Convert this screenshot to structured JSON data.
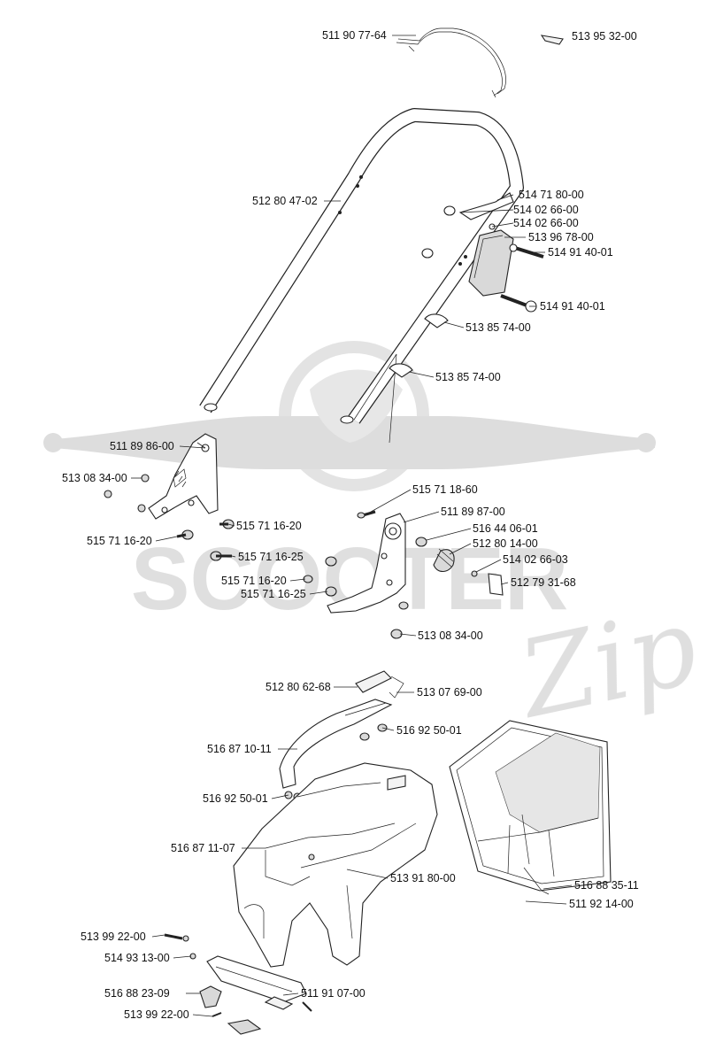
{
  "diagram": {
    "watermark_text": "SCOOTER",
    "watermark_script": "Zip",
    "labels": {
      "l01": "511 90 77-64",
      "l02": "513 95 32-00",
      "l03": "512 80 47-02",
      "l04": "514 71 80-00",
      "l05": "514 02 66-00",
      "l06": "514 02 66-00",
      "l07": "513 96 78-00",
      "l08": "514 91 40-01",
      "l09": "514 91 40-01",
      "l10": "513 85 74-00",
      "l11": "513 85 74-00",
      "l12": "511 89 86-00",
      "l13": "513 08 34-00",
      "l14": "515 71 16-20",
      "l15": "515 71 16-20",
      "l16": "515 71 16-25",
      "l17": "515 71 16-20",
      "l18": "515 71 16-25",
      "l19": "515 71 18-60",
      "l20": "511 89 87-00",
      "l21": "516 44 06-01",
      "l22": "512 80 14-00",
      "l23": "514 02 66-03",
      "l24": "512 79 31-68",
      "l25": "513 08 34-00",
      "l26": "512 80 62-68",
      "l27": "513 07 69-00",
      "l28": "516 92 50-01",
      "l29": "516 87 10-11",
      "l30": "516 92 50-01",
      "l31": "516 87 11-07",
      "l32": "513 91 80-00",
      "l33": "516 88 35-11",
      "l34": "511 92 14-00",
      "l35": "513 99 22-00",
      "l36": "514 93 13-00",
      "l37": "516 88 23-09",
      "l38": "511 91 07-00",
      "l39": "513 99 22-00"
    }
  }
}
